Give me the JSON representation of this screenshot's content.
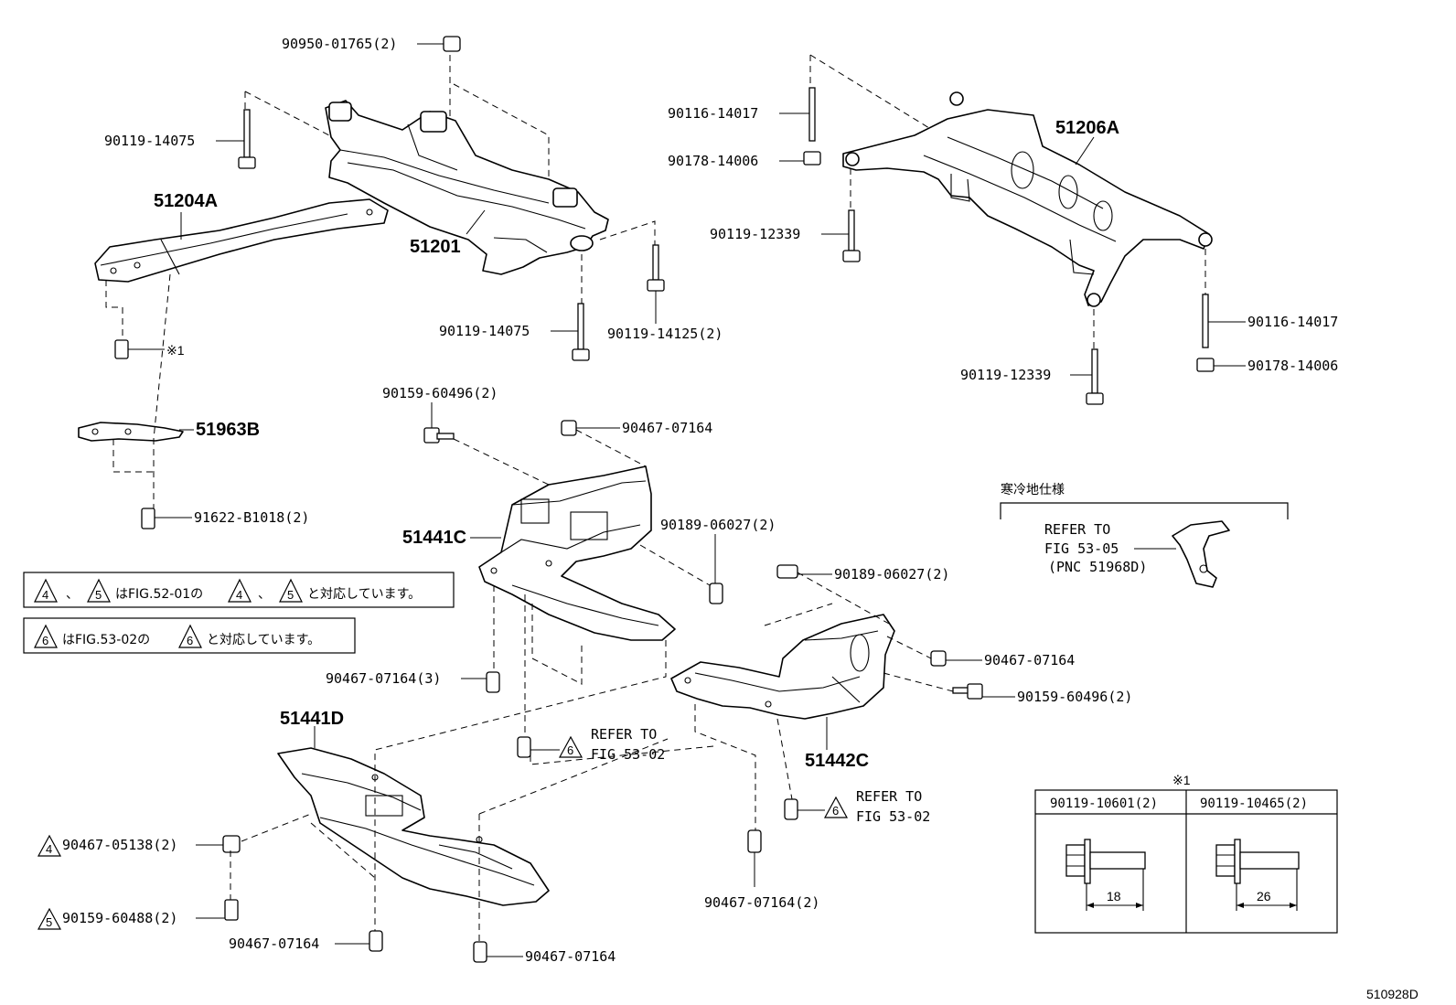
{
  "diagram_id": "510928D",
  "assemblies": {
    "a51204A": "51204A",
    "a51201": "51201",
    "a51206A": "51206A",
    "a51963B": "51963B",
    "a51441C": "51441C",
    "a51441D": "51441D",
    "a51442C": "51442C"
  },
  "parts": {
    "p1": "90950-01765(2)",
    "p2": "90119-14075",
    "p3": "90119-14075",
    "p4": "90119-14125(2)",
    "p5": "90116-14017",
    "p6": "90178-14006",
    "p7": "90119-12339",
    "p8": "90119-12339",
    "p9": "90116-14017",
    "p10": "90178-14006",
    "p11": "90159-60496(2)",
    "p12": "90467-07164",
    "p13": "91622-B1018(2)",
    "p14": "90189-06027(2)",
    "p15": "90189-06027(2)",
    "p16": "90467-07164",
    "p17": "90159-60496(2)",
    "p18": "90467-07164(3)",
    "p19": "90467-05138(2)",
    "p20": "90159-60488(2)",
    "p21": "90467-07164",
    "p22": "90467-07164",
    "p23": "90467-07164(2)"
  },
  "asterisk_mark": "※1",
  "cold_spec": {
    "title": "寒冷地仕様",
    "refer": "REFER TO",
    "fig": "FIG 53-05",
    "pnc": "(PNC 51968D)"
  },
  "refs": {
    "r1_a": "REFER TO",
    "r1_b": "FIG 53-02",
    "r2_a": "REFER TO",
    "r2_b": "FIG 53-02"
  },
  "notes": {
    "n1_sep": "、",
    "n1_a": "はFIG.52-01の",
    "n1_sep2": "、",
    "n1_b": "と対応しています。",
    "n2_a": "はFIG.53-02の",
    "n2_b": "と対応しています。"
  },
  "triangles": {
    "t4": "4",
    "t5": "5",
    "t6": "6"
  },
  "table": {
    "mark": "※1",
    "col1": "90119-10601(2)",
    "col2": "90119-10465(2)",
    "len1": "18",
    "len2": "26"
  }
}
